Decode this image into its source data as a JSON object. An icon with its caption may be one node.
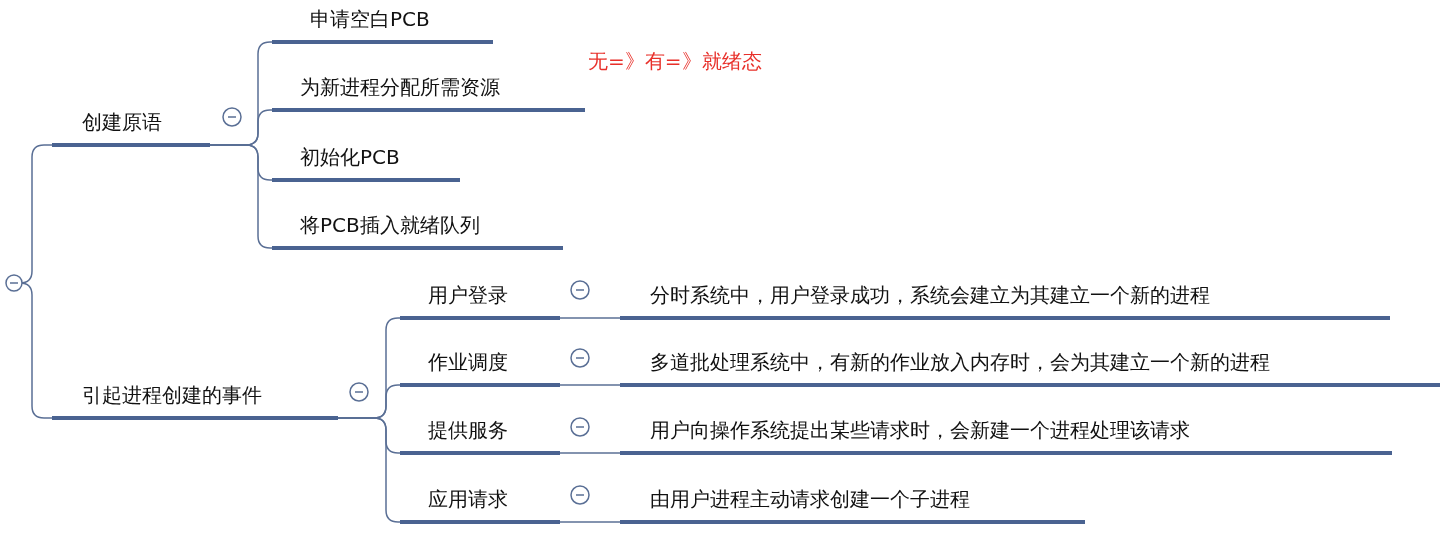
{
  "diagram": {
    "nodes": [
      {
        "text": [],
        "shape": "circle"
      },
      {
        "text": [
          "创建原语"
        ]
      },
      {
        "text": [
          "申请空白PCB"
        ]
      },
      {
        "text": [
          "为新进程分配所需资源"
        ]
      },
      {
        "text": [
          "初始化PCB"
        ]
      },
      {
        "text": [
          "将PCB插入就绪队列"
        ]
      },
      {
        "text": [
          "引起进程创建的事件"
        ]
      },
      {
        "text": [
          "用户登录"
        ]
      },
      {
        "text": [
          "分时系统中，用户登录成功，系统会建立为其建立一个新的进程"
        ]
      },
      {
        "text": [
          "作业调度"
        ]
      },
      {
        "text": [
          "多道批处理系统中，有新的作业放入内存时，会为其建立一个新的进程"
        ]
      },
      {
        "text": [
          "提供服务"
        ]
      },
      {
        "text": [
          "用户向操作系统提出某些请求时，会新建一个进程处理该请求"
        ]
      },
      {
        "text": [
          "应用请求"
        ]
      },
      {
        "text": [
          "由用户进程主动请求创建一个子进程"
        ]
      }
    ],
    "edges": [
      {
        "from": 0,
        "to": 1,
        "arrow": "none"
      },
      {
        "from": 0,
        "to": 6,
        "arrow": "none"
      },
      {
        "from": 1,
        "to": 2,
        "arrow": "none"
      },
      {
        "from": 1,
        "to": 3,
        "arrow": "none"
      },
      {
        "from": 1,
        "to": 4,
        "arrow": "none"
      },
      {
        "from": 1,
        "to": 5,
        "arrow": "none"
      },
      {
        "from": 6,
        "to": 7,
        "arrow": "none"
      },
      {
        "from": 6,
        "to": 9,
        "arrow": "none"
      },
      {
        "from": 6,
        "to": 11,
        "arrow": "none"
      },
      {
        "from": 6,
        "to": 13,
        "arrow": "none"
      },
      {
        "from": 7,
        "to": 8,
        "arrow": "none"
      },
      {
        "from": 9,
        "to": 10,
        "arrow": "none"
      },
      {
        "from": 11,
        "to": 12,
        "arrow": "none"
      },
      {
        "from": 13,
        "to": 14,
        "arrow": "none"
      }
    ],
    "labels": [
      "无=》有=》就绪态"
    ]
  }
}
